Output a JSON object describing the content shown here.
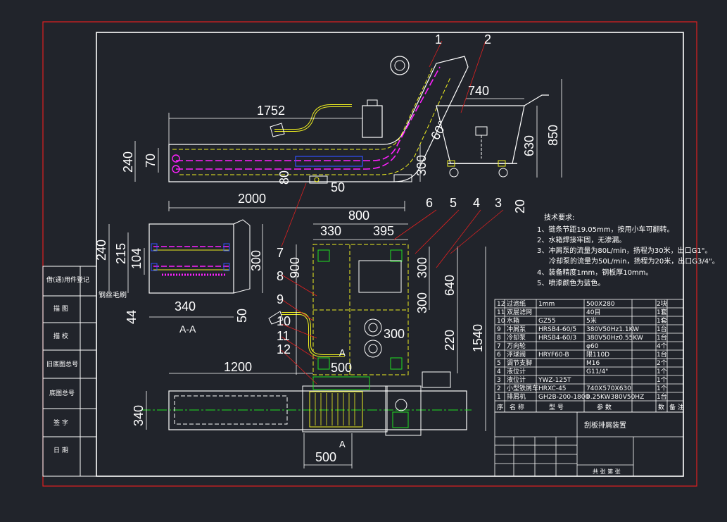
{
  "colors": {
    "background": "#21242b",
    "frame": "#e02020",
    "border": "#ffffff",
    "yellow": "#f0f020",
    "magenta": "#ff20ff",
    "cyan": "#20e0e0",
    "green": "#20e020",
    "blue": "#3050ff"
  },
  "balloons": [
    "1",
    "2",
    "3",
    "4",
    "5",
    "6",
    "7",
    "8",
    "9",
    "10",
    "11",
    "12"
  ],
  "dims": {
    "d1752": "1752",
    "d740": "740",
    "d850": "850",
    "d630": "630",
    "d60deg": "60°",
    "d240a": "240",
    "d70": "70",
    "d300a": "300",
    "d80": "80",
    "d50a": "50",
    "d2000": "2000",
    "d800": "800",
    "d20": "20",
    "d330": "330",
    "d395": "395",
    "d900": "900",
    "d300b": "300",
    "d640": "640",
    "d300c": "300",
    "d220": "220",
    "d1540": "1540",
    "d300d": "300",
    "d500a": "500",
    "d240b": "240",
    "d215": "215",
    "d104": "104",
    "d300e": "300",
    "d340a": "340",
    "d44": "44",
    "d50b": "50",
    "d1200": "1200",
    "d340b": "340",
    "d500b": "500"
  },
  "section_label": "A-A",
  "section_marks": {
    "a1": "A",
    "a2": "A"
  },
  "brush_label": "钢丝毛刷",
  "notes": {
    "title": "技术要求:",
    "n1": "1、链条节距19.05mm，按用小车可翻转。",
    "n2": "2、水箱焊接牢固，无渗漏。",
    "n3": "3、冲屑泵的流量为80L/min，扬程为30米，出口G1\"。",
    "n3b": "冷却泵的流量为50L/min，扬程为20米，出口G3/4\"。",
    "n4": "4、装备精度1mm，钢板厚10mm。",
    "n5": "5、喷漆颜色为蓝色。"
  },
  "bom_header": [
    "序",
    "名 称",
    "型 号",
    "参 数",
    "数",
    "备 注"
  ],
  "bom": [
    {
      "no": "12",
      "name": "过滤纸",
      "model": "1mm",
      "param": "500X280",
      "qty": "2块"
    },
    {
      "no": "11",
      "name": "双层滤网",
      "model": "",
      "param": "40目",
      "qty": "1套"
    },
    {
      "no": "10",
      "name": "水箱",
      "model": "GZ55",
      "param": "5米",
      "qty": "1套"
    },
    {
      "no": "9",
      "name": "冲屑泵",
      "model": "HRSB4-60/5",
      "param": "380V50Hz1.1KW",
      "qty": "1台"
    },
    {
      "no": "8",
      "name": "冷却泵",
      "model": "HRSB4-60/3",
      "param": "380V50Hz0.55KW",
      "qty": "1台"
    },
    {
      "no": "7",
      "name": "万向轮",
      "model": "",
      "param": "φ60",
      "qty": "4个"
    },
    {
      "no": "6",
      "name": "浮球阀",
      "model": "HRYF60-B",
      "param": "限110D",
      "qty": "1台"
    },
    {
      "no": "5",
      "name": "调节支脚",
      "model": "",
      "param": "M16",
      "qty": "2个"
    },
    {
      "no": "4",
      "name": "液位计",
      "model": "",
      "param": "G11/4\"",
      "qty": "1个"
    },
    {
      "no": "3",
      "name": "液位计",
      "model": "YWZ-125T",
      "param": "",
      "qty": "1个"
    },
    {
      "no": "2",
      "name": "小型铁屑车",
      "model": "HRXC-45",
      "param": "740X570X630",
      "qty": "1个"
    },
    {
      "no": "1",
      "name": "排屑机",
      "model": "GH2B-200-1800",
      "param": "0.25KW380V50HZ",
      "qty": "1台"
    }
  ],
  "title_block": {
    "drawing_title": "刮板排屑装置",
    "scale_row": "共 张 第 张"
  },
  "side_labels": [
    "借(通)用件登记",
    "描 图",
    "描 校",
    "旧底图总号",
    "底图总号",
    "签 字",
    "日 期"
  ]
}
